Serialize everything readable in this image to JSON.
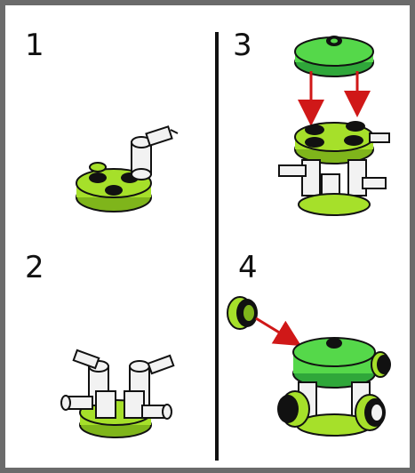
{
  "steps": [
    {
      "number": "1"
    },
    {
      "number": "2"
    },
    {
      "number": "3"
    },
    {
      "number": "4"
    }
  ],
  "colors": {
    "lime": "#a6e02a",
    "lime_dark": "#7fb51b",
    "green": "#55d84a",
    "green_dark": "#2fa73a",
    "stud_black": "#111111",
    "white_part": "#f2f2f2",
    "arrow_red": "#d01818",
    "frame_gray": "#6b6b6b"
  },
  "icons": {
    "arrow": "red-arrow"
  }
}
